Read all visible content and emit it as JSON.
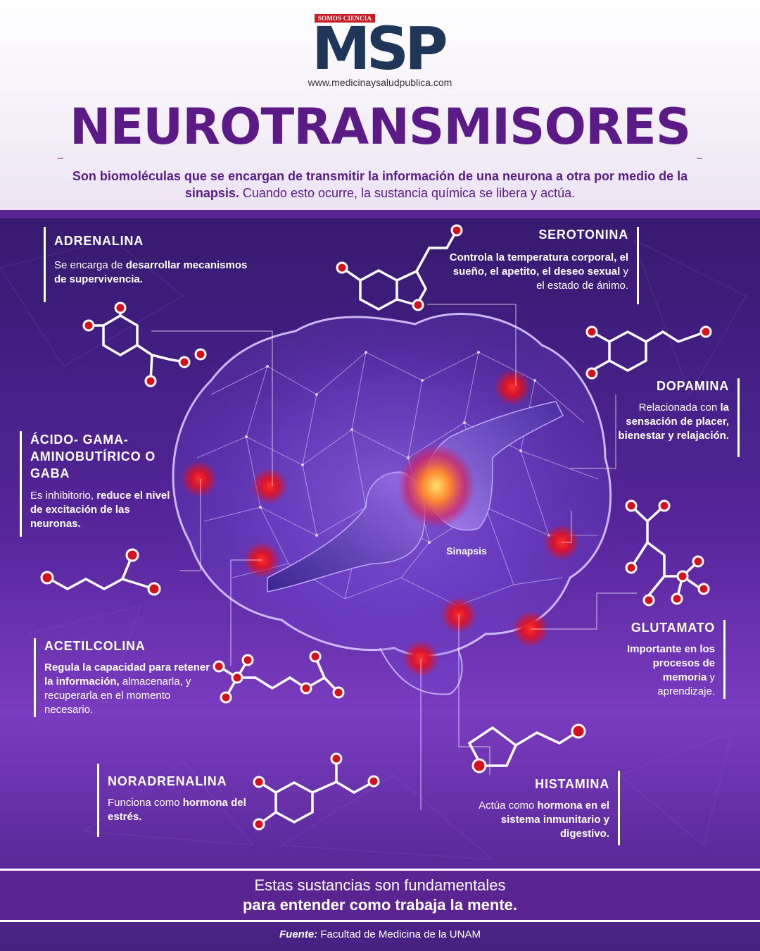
{
  "header": {
    "logo_tag": "SOMOS CIENCIA",
    "logo_mark": "MSP",
    "website": "www.medicinaysaludpublica.com",
    "title": "NEUROTRANSMISORES",
    "intro_bold": "Son biomoléculas que se encargan de transmitir la información de una neurona a otra por medio de la sinapsis.",
    "intro_rest": " Cuando esto ocurre, la sustancia química se libera y actúa."
  },
  "illustration": {
    "synapse_label": "Sinapsis"
  },
  "neurotransmitters": {
    "adrenalina": {
      "name": "ADRENALINA",
      "pre": "Se encarga de ",
      "bold": "desarrollar mecanismos de supervivencia.",
      "post": ""
    },
    "serotonina": {
      "name": "SEROTONINA",
      "pre": "",
      "bold": "Controla la temperatura corporal, el sueño, el apetito, el deseo sexual",
      "post": " y el estado de ánimo."
    },
    "dopamina": {
      "name": "DOPAMINA",
      "pre": "Relacionada con ",
      "bold": "la sensación de placer, bienestar y relajación.",
      "post": ""
    },
    "gaba": {
      "name": "ÁCIDO- GAMA- AMINOBUTÍRICO O GABA",
      "pre": "Es inhibitorio, ",
      "bold": "reduce el nivel de excitación de las neuronas.",
      "post": ""
    },
    "acetilcolina": {
      "name": "ACETILCOLINA",
      "pre": "",
      "bold": "Regula la capacidad para retener la información,",
      "post": " almacenarla, y recuperarla en el momento necesario."
    },
    "glutamato": {
      "name": "GLUTAMATO",
      "pre": "",
      "bold": "Importante en los procesos de memoria",
      "post": " y aprendizaje."
    },
    "noradrenalina": {
      "name": "NORADRENALINA",
      "pre": "Funciona como ",
      "bold": "hormona del estrés.",
      "post": ""
    },
    "histamina": {
      "name": "HISTAMINA",
      "pre": "Actúa como ",
      "bold": "hormona en el sistema inmunitario y digestivo.",
      "post": ""
    }
  },
  "footer": {
    "line1": "Estas sustancias son fundamentales",
    "line2": "para entender como trabaja la mente.",
    "source_label": "Fuente:",
    "source_text": " Facultad de Medicina de la UNAM"
  },
  "colors": {
    "title_purple": "#5a1b86",
    "band_purple": "#5a2590",
    "node_red": "#d4111e",
    "logo_navy": "#1e3657",
    "logo_red": "#c91b24"
  }
}
